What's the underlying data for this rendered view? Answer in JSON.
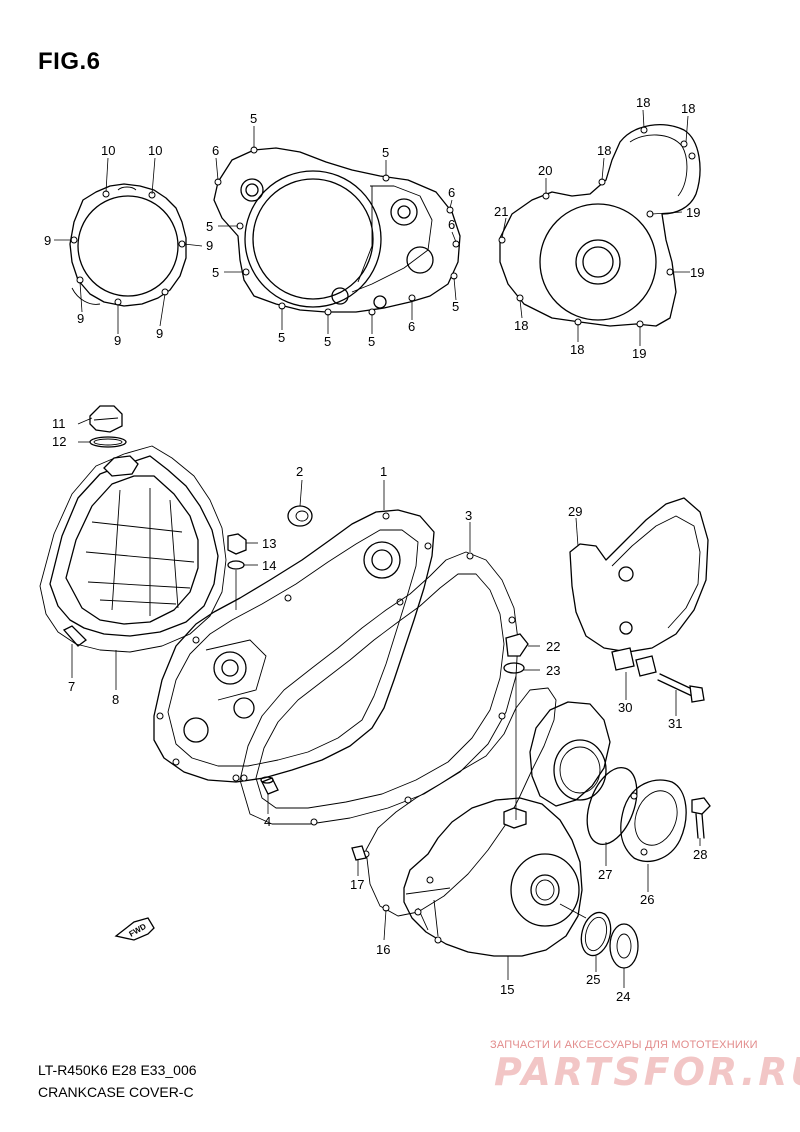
{
  "figure": {
    "title": "FIG.6",
    "model_code": "LT-R450K6 E28 E33_006",
    "section_name": "CRANKCASE COVER-C",
    "fwd_label": "FWD"
  },
  "callouts": {
    "top_clutch_cover": [
      "10",
      "10",
      "9",
      "9",
      "9",
      "9",
      "9"
    ],
    "top_crankcase_cover": [
      "5",
      "6",
      "5",
      "6",
      "5",
      "5",
      "6",
      "5",
      "5",
      "5",
      "5",
      "6",
      "5"
    ],
    "top_magneto_cover": [
      "18",
      "18",
      "18",
      "20",
      "21",
      "19",
      "19",
      "18",
      "18",
      "19"
    ],
    "main_diagram": [
      "11",
      "12",
      "2",
      "1",
      "3",
      "13",
      "14",
      "7",
      "8",
      "4",
      "29",
      "22",
      "23",
      "30",
      "31",
      "17",
      "16",
      "15",
      "27",
      "26",
      "28",
      "25",
      "24"
    ]
  },
  "watermark": {
    "tagline": "ЗАПЧАСТИ И АКСЕССУАРЫ ДЛЯ МОТОТЕХНИКИ",
    "logo_text": "PARTSFOR.RU"
  }
}
